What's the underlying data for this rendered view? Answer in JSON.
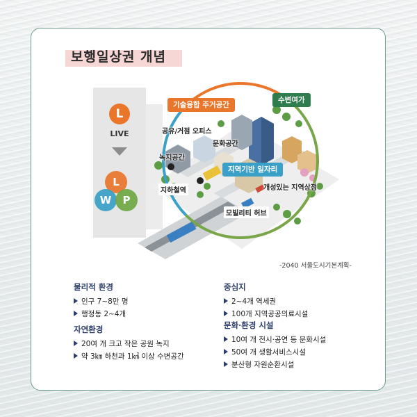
{
  "title": "보행일상권 개념",
  "live": {
    "letter": "L",
    "label": "LIVE"
  },
  "lwp": {
    "l": "L",
    "w": "W",
    "p": "P"
  },
  "city_tags": {
    "housing": "기술융합 주거공간",
    "waterfront": "수변여가",
    "jobs": "지역기반 일자리"
  },
  "city_labels": {
    "office": "공유/거점 오피스",
    "culture": "문화공간",
    "green": "녹지공간",
    "subway": "지하철역",
    "shops": "개성있는 지역상점",
    "mobility": "모빌리티 허브"
  },
  "source": "-2040 서울도시기본계획-",
  "sections": [
    {
      "title": "물리적 환경",
      "items": [
        "인구 7~8만 명",
        "행정동 2~4개"
      ]
    },
    {
      "title": "자연환경",
      "items": [
        "20여 개 크고 작은 공원 녹지",
        "약 3㎞ 하천과 1㎢ 이상 수변공간"
      ]
    },
    {
      "title": "중심지",
      "items": [
        "2~4개 역세권",
        "100개 지역공공의료시설"
      ]
    },
    {
      "title": "문화·환경 시설",
      "items": [
        "10여 개 전시·공연 등 문화시설",
        "50여 개 생활서비스시설",
        "분산형 자원순환시설"
      ]
    }
  ],
  "colors": {
    "orange": "#e9762b",
    "green": "#2f7d4f",
    "blue": "#3aa0c8",
    "navy": "#2d3e6b",
    "border": "#6e9a8e"
  }
}
